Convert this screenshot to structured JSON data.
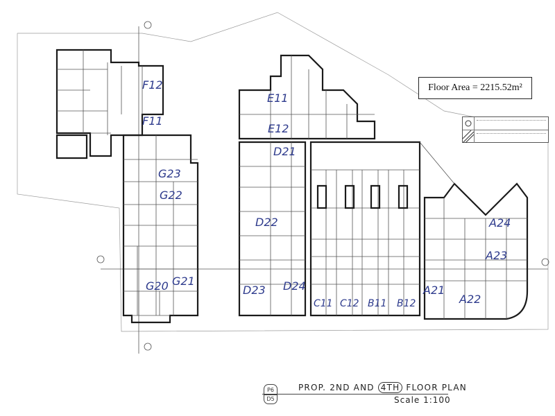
{
  "drawing": {
    "floor_area": "Floor Area = 2215.52m²",
    "title_prefix": "PROP. 2ND AND ",
    "title_circled": "4TH",
    "title_suffix": " FLOOR PLAN",
    "scale": "Scale 1:100",
    "sheet_ref_top": "P6",
    "sheet_ref_bottom": "D5"
  },
  "units": {
    "f12": "F12",
    "f11": "F11",
    "g23": "G23",
    "g22": "G22",
    "g20": "G20",
    "g21": "G21",
    "e11": "E11",
    "e12": "E12",
    "d21": "D21",
    "d22": "D22",
    "d23": "D23",
    "d24": "D24",
    "c11": "C11",
    "c12": "C12",
    "b11": "B11",
    "b12": "B12",
    "a21": "A21",
    "a22": "A22",
    "a23": "A23",
    "a24": "A24"
  },
  "colors": {
    "ink": "#1a1a1a",
    "handwriting": "#2d3a8c"
  }
}
